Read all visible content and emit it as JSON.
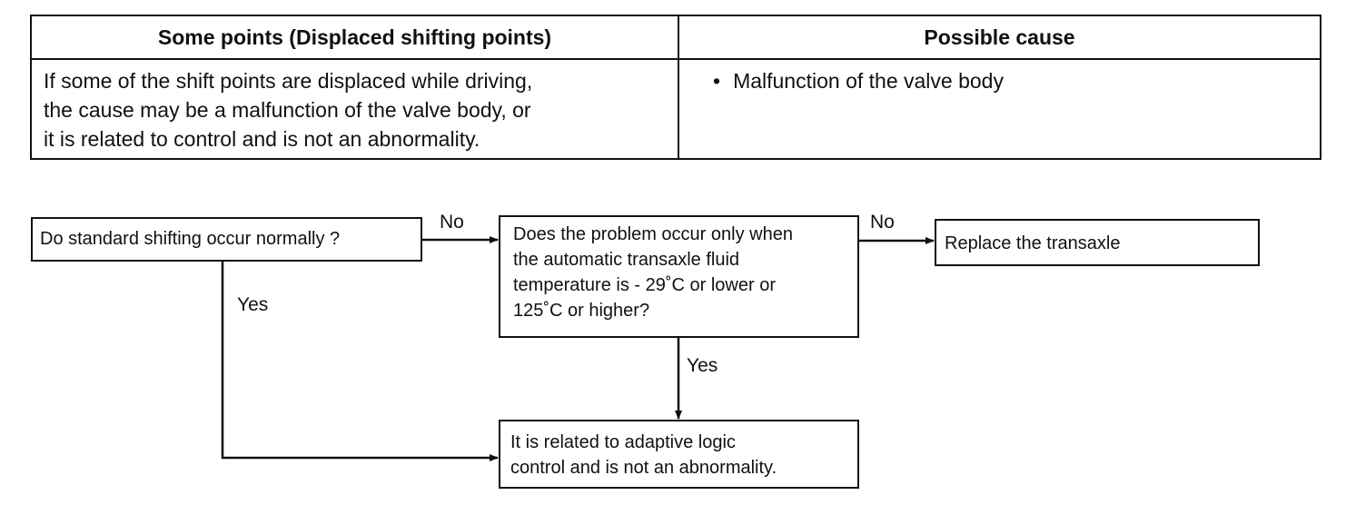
{
  "table": {
    "header_left": "Some points (Displaced shifting points)",
    "header_right": "Possible cause",
    "left_lines": [
      "If some of the shift points are displaced while driving,",
      "the cause may be a malfunction of the valve body, or",
      "it is related to control and is not an abnormality."
    ],
    "bullet_symbol": "•",
    "right_bullet": "Malfunction of the valve body"
  },
  "flowchart": {
    "q1_lines": [
      "Do standard shifting occur normally ?"
    ],
    "q2_lines": [
      "Does the problem occur only when",
      "the automatic transaxle fluid",
      "temperature is - 29˚C or lower or",
      "125˚C or higher?"
    ],
    "action_replace_lines": [
      "Replace the transaxle"
    ],
    "result_lines": [
      "It is related to adaptive logic",
      "control and is not an abnormality."
    ],
    "label_no_1": "No",
    "label_no_2": "No",
    "label_yes_1": "Yes",
    "label_yes_2": "Yes"
  }
}
